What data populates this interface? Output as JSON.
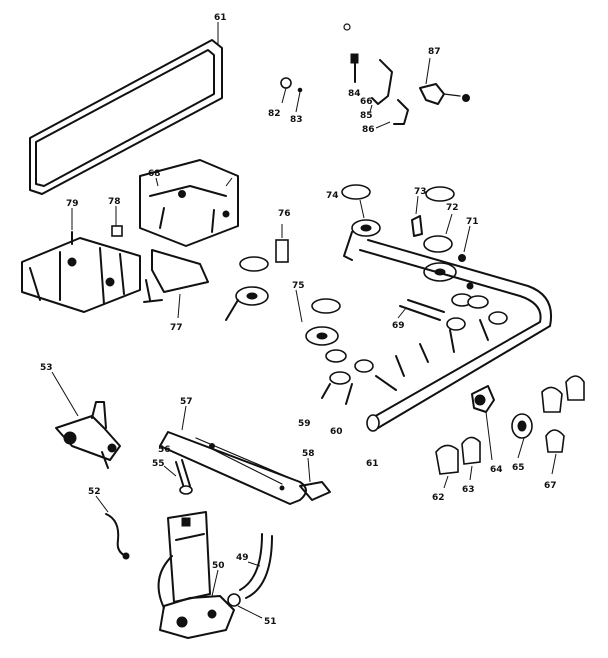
{
  "diagram": {
    "type": "exploded parts diagram",
    "labels": {
      "p61": "61",
      "p82": "82",
      "p83": "83",
      "p84": "84",
      "p85": "85",
      "p86": "86",
      "p87": "87",
      "p68": "68",
      "p79": "79",
      "p78": "78",
      "p76": "76",
      "p74": "74",
      "p73": "73",
      "p72": "72",
      "p71": "71",
      "p77": "77",
      "p75": "75",
      "p69": "69",
      "p53": "53",
      "p57": "57",
      "p59": "59",
      "p60": "60",
      "p61b": "61",
      "p56": "56",
      "p55": "55",
      "p58": "58",
      "p52": "52",
      "p50": "50",
      "p49": "49",
      "p51": "51",
      "p64": "64",
      "p65": "65",
      "p62": "62",
      "p63": "63",
      "p67": "67",
      "p66": "66"
    }
  }
}
